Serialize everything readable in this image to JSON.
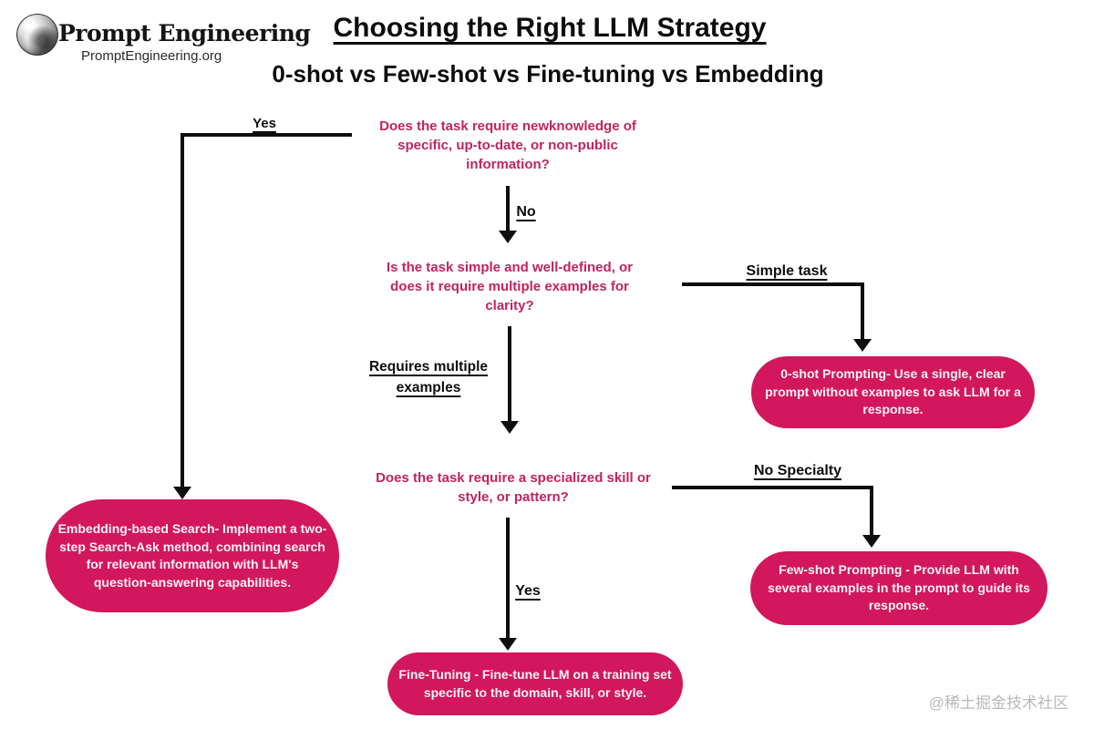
{
  "brand": {
    "name": "Prompt Engineering",
    "site": "PromptEngineering.org",
    "logo_icon": "globe-sphere"
  },
  "header": {
    "title": "Choosing the Right LLM Strategy",
    "subtitle": "0-shot vs Few-shot vs Fine-tuning vs Embedding"
  },
  "questions": {
    "q1": "Does the task require newknowledge of\nspecific, up-to-date, or non-public\ninformation?",
    "q2": "Is the task simple and well-defined, or\ndoes it require multiple examples for\nclarity?",
    "q3": "Does the task require a specialized skill or\nstyle, or pattern?"
  },
  "branch_labels": {
    "yes1": "Yes",
    "no1": "No",
    "simple_task": "Simple task",
    "requires_examples": "Requires multiple\nexamples",
    "no_specialty": "No Specialty",
    "yes2": "Yes"
  },
  "outcomes": {
    "zero_shot": "0-shot Prompting- Use a single, clear\nprompt without examples to ask LLM for a\nresponse.",
    "embedding": "Embedding-based Search- Implement a two-\nstep Search-Ask method, combining search\nfor relevant information with LLM's\nquestion-answering capabilities.",
    "few_shot": "Few-shot Prompting - Provide LLM with\nseveral examples in the prompt to guide its\nresponse.",
    "fine_tuning": "Fine-Tuning - Fine-tune LLM on a training set\nspecific to the domain, skill, or style."
  },
  "colors": {
    "node_pink": "#d2175c",
    "question_text": "#c2235f",
    "line_black": "#0e0e0e",
    "watermark_gray": "#b9b9b9"
  },
  "watermark": "@稀土掘金技术社区"
}
